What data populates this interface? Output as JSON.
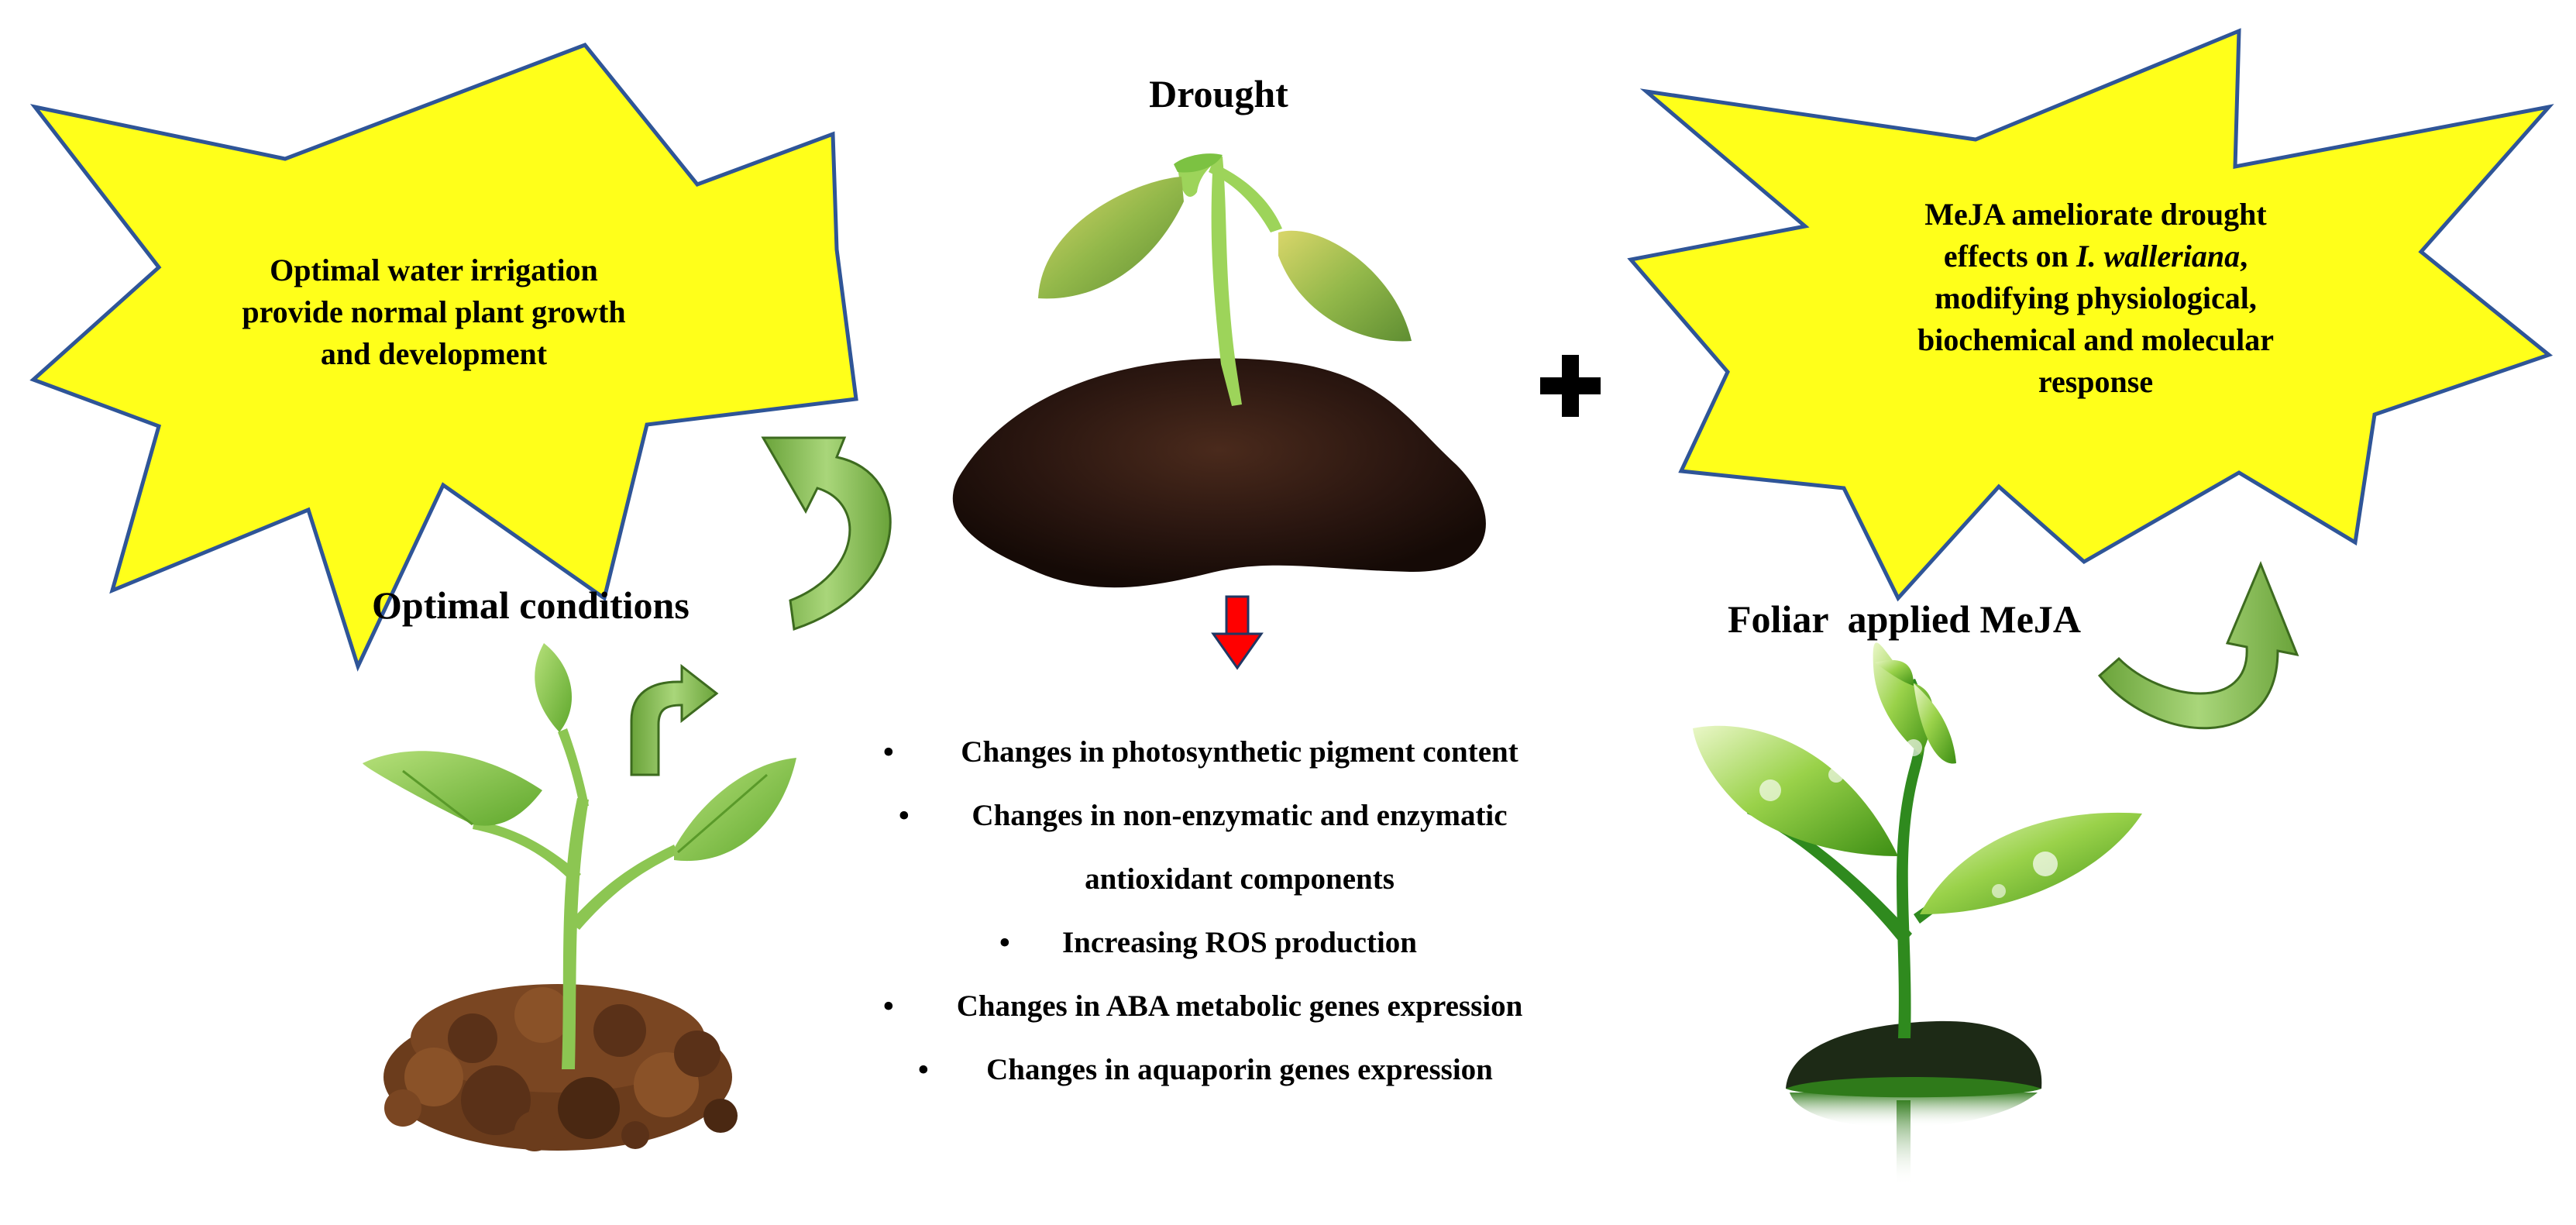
{
  "title": "Drought",
  "optimal": {
    "burst_lines": [
      "Optimal water irrigation",
      "provide normal plant growth",
      "and development"
    ],
    "label": "Optimal conditions"
  },
  "meja": {
    "burst_line1": "MeJA ameliorate drought",
    "burst_line2_prefix": "effects on ",
    "burst_line2_italic": "I. walleriana",
    "burst_line2_suffix": ",",
    "burst_line3": "modifying physiological,",
    "burst_line4": "biochemical and molecular",
    "burst_line5": "response",
    "label": "Foliar  applied MeJA",
    "plus_symbol": "+"
  },
  "effects": [
    "Changes in photosynthetic pigment content",
    "Changes in non-enzymatic and enzymatic",
    "antioxidant components",
    "Increasing ROS production",
    "Changes in ABA metabolic genes expression",
    "Changes in aquaporin genes expression"
  ],
  "effects_bullet": "•",
  "colors": {
    "burst_fill": "#ffff1a",
    "burst_stroke": "#2f5597",
    "arrow_green": "#8cc652",
    "arrow_red": "#ff0000",
    "soil_dark": "#2a1610",
    "soil_brown": "#6b3c1c",
    "leaf_green": "#7cc242"
  }
}
